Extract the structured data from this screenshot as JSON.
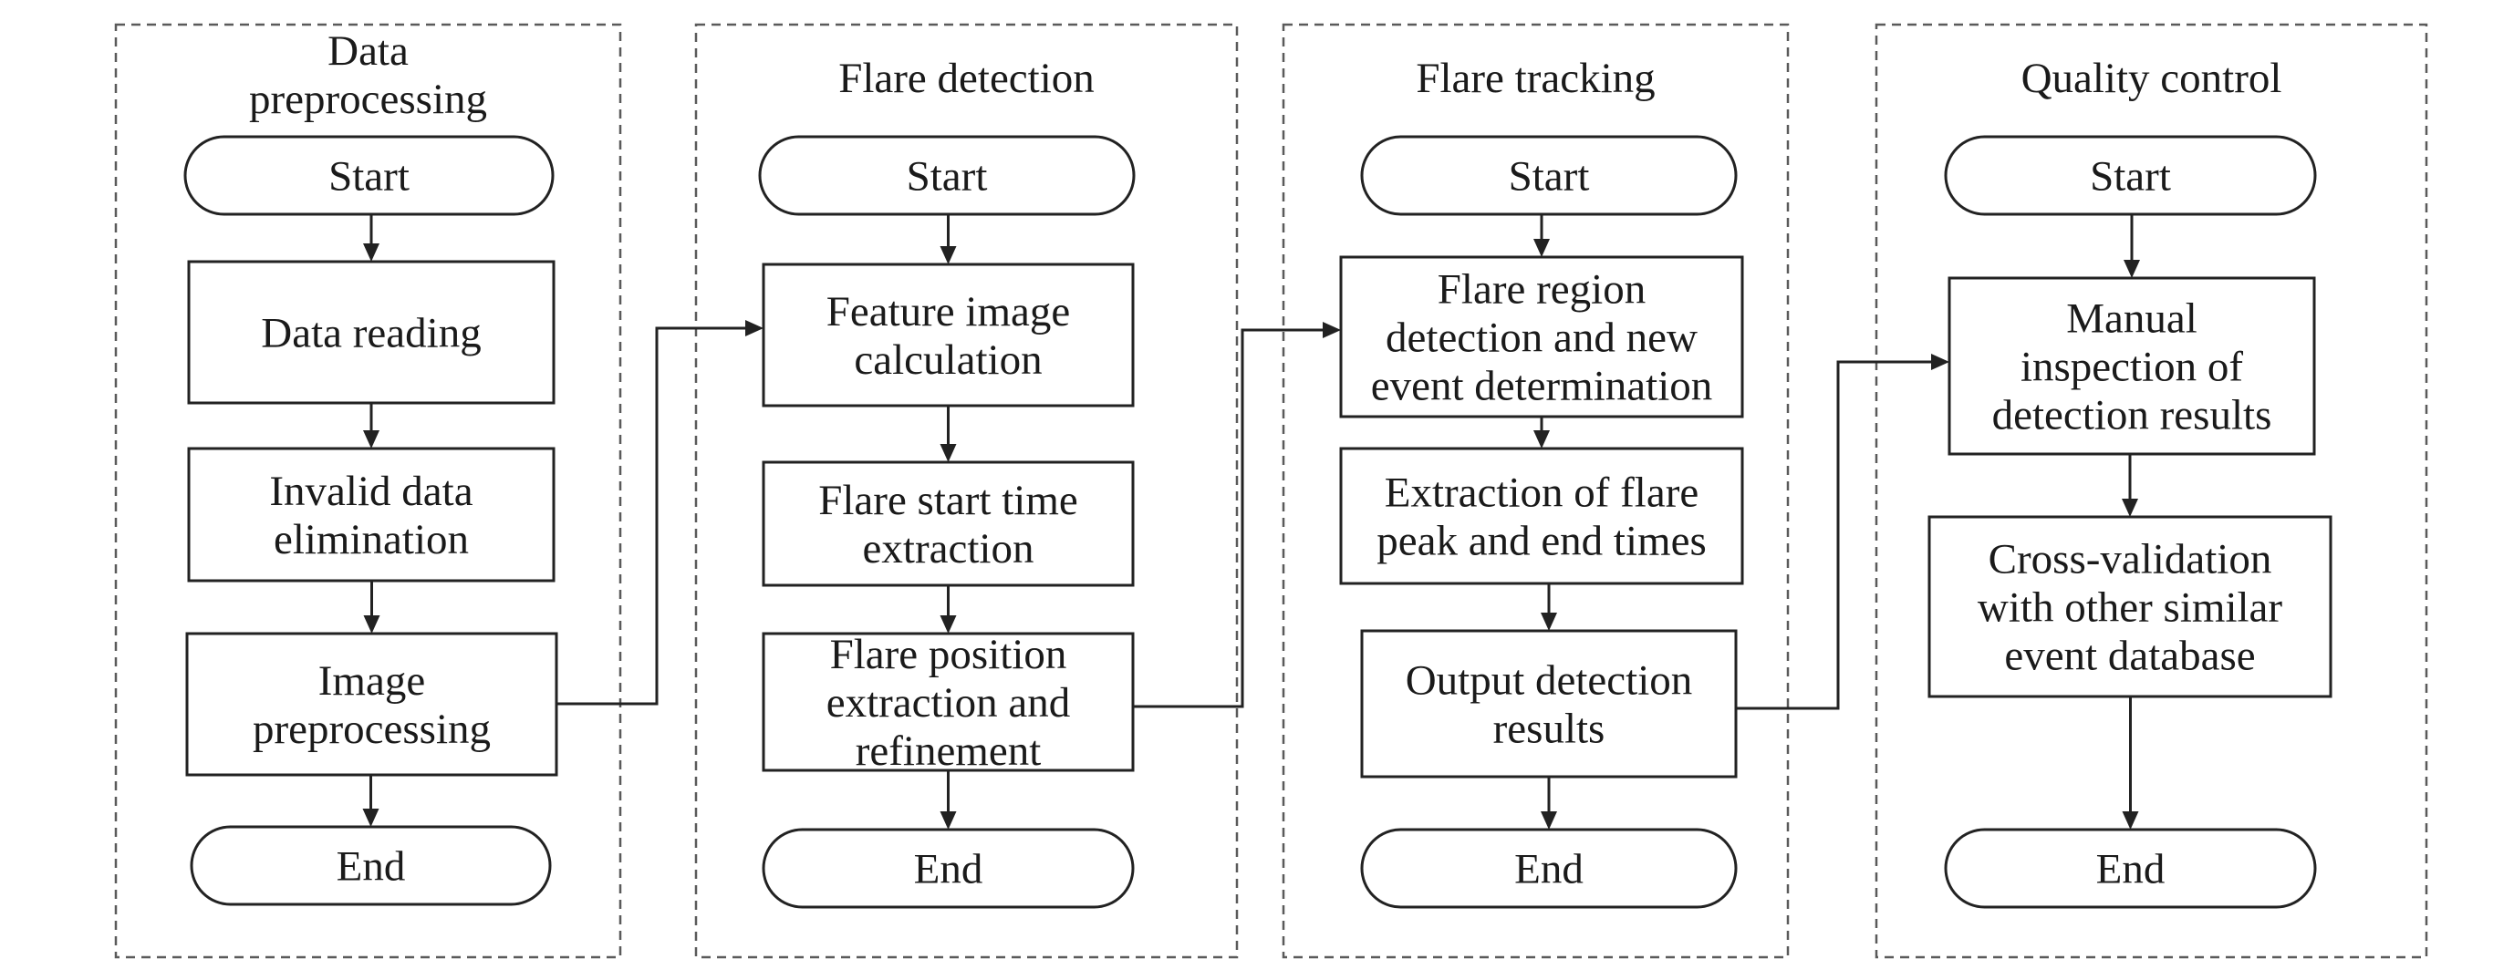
{
  "groups": [
    {
      "id": "data-preprocessing",
      "title": [
        "Data",
        "preprocessing"
      ],
      "nodes": [
        {
          "id": "dp-start",
          "kind": "terminal",
          "lines": [
            "Start"
          ]
        },
        {
          "id": "dp-data-reading",
          "kind": "process",
          "lines": [
            "Data reading"
          ]
        },
        {
          "id": "dp-invalid-data-elimination",
          "kind": "process",
          "lines": [
            "Invalid data",
            "elimination"
          ]
        },
        {
          "id": "dp-image-preprocessing",
          "kind": "process",
          "lines": [
            "Image",
            "preprocessing"
          ]
        },
        {
          "id": "dp-end",
          "kind": "terminal",
          "lines": [
            "End"
          ]
        }
      ]
    },
    {
      "id": "flare-detection",
      "title": [
        "Flare detection"
      ],
      "nodes": [
        {
          "id": "fd-start",
          "kind": "terminal",
          "lines": [
            "Start"
          ]
        },
        {
          "id": "fd-feature-image-calculation",
          "kind": "process",
          "lines": [
            "Feature image",
            "calculation"
          ]
        },
        {
          "id": "fd-flare-start-time-extraction",
          "kind": "process",
          "lines": [
            "Flare start time",
            "extraction"
          ]
        },
        {
          "id": "fd-flare-position-extraction",
          "kind": "process",
          "lines": [
            "Flare position",
            "extraction and",
            "refinement"
          ]
        },
        {
          "id": "fd-end",
          "kind": "terminal",
          "lines": [
            "End"
          ]
        }
      ]
    },
    {
      "id": "flare-tracking",
      "title": [
        "Flare tracking"
      ],
      "nodes": [
        {
          "id": "ft-start",
          "kind": "terminal",
          "lines": [
            "Start"
          ]
        },
        {
          "id": "ft-flare-region-detection",
          "kind": "process",
          "lines": [
            "Flare region",
            "detection and new",
            "event determination"
          ]
        },
        {
          "id": "ft-extraction-peak-end-times",
          "kind": "process",
          "lines": [
            "Extraction of flare",
            "peak and end times"
          ]
        },
        {
          "id": "ft-output-detection-results",
          "kind": "process",
          "lines": [
            "Output detection",
            "results"
          ]
        },
        {
          "id": "ft-end",
          "kind": "terminal",
          "lines": [
            "End"
          ]
        }
      ]
    },
    {
      "id": "quality-control",
      "title": [
        "Quality control"
      ],
      "nodes": [
        {
          "id": "qc-start",
          "kind": "terminal",
          "lines": [
            "Start"
          ]
        },
        {
          "id": "qc-manual-inspection",
          "kind": "process",
          "lines": [
            "Manual",
            "inspection of",
            "detection results"
          ]
        },
        {
          "id": "qc-cross-validation",
          "kind": "process",
          "lines": [
            "Cross-validation",
            "with other similar",
            "event database"
          ]
        },
        {
          "id": "qc-end",
          "kind": "terminal",
          "lines": [
            "End"
          ]
        }
      ]
    }
  ],
  "edges": [
    {
      "from": "dp-start",
      "to": "dp-data-reading"
    },
    {
      "from": "dp-data-reading",
      "to": "dp-invalid-data-elimination"
    },
    {
      "from": "dp-invalid-data-elimination",
      "to": "dp-image-preprocessing"
    },
    {
      "from": "dp-image-preprocessing",
      "to": "dp-end"
    },
    {
      "from": "fd-start",
      "to": "fd-feature-image-calculation"
    },
    {
      "from": "fd-feature-image-calculation",
      "to": "fd-flare-start-time-extraction"
    },
    {
      "from": "fd-flare-start-time-extraction",
      "to": "fd-flare-position-extraction"
    },
    {
      "from": "fd-flare-position-extraction",
      "to": "fd-end"
    },
    {
      "from": "ft-start",
      "to": "ft-flare-region-detection"
    },
    {
      "from": "ft-flare-region-detection",
      "to": "ft-extraction-peak-end-times"
    },
    {
      "from": "ft-extraction-peak-end-times",
      "to": "ft-output-detection-results"
    },
    {
      "from": "ft-output-detection-results",
      "to": "ft-end"
    },
    {
      "from": "qc-start",
      "to": "qc-manual-inspection"
    },
    {
      "from": "qc-manual-inspection",
      "to": "qc-cross-validation"
    },
    {
      "from": "qc-cross-validation",
      "to": "qc-end"
    },
    {
      "from": "dp-image-preprocessing",
      "to": "fd-feature-image-calculation"
    },
    {
      "from": "fd-flare-position-extraction",
      "to": "ft-flare-region-detection"
    },
    {
      "from": "ft-output-detection-results",
      "to": "qc-manual-inspection"
    }
  ]
}
